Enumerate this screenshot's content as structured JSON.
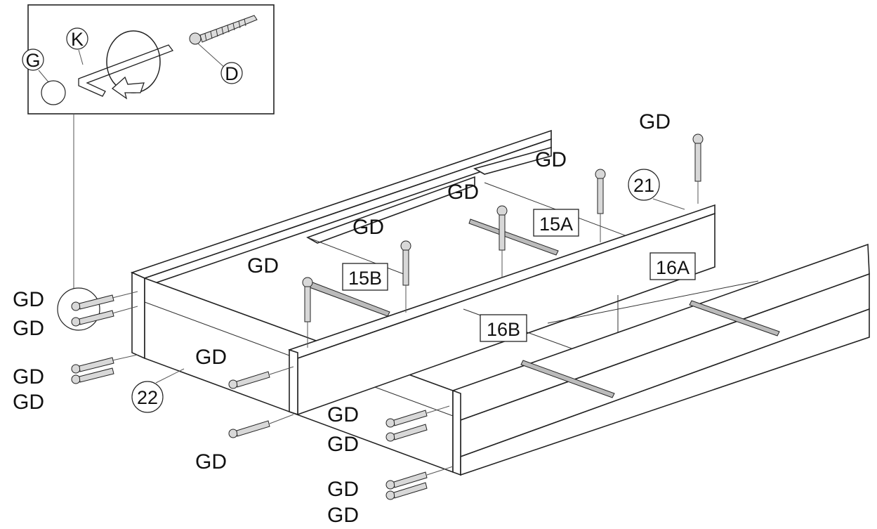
{
  "inset": {
    "labels": {
      "g": "G",
      "k": "K",
      "d": "D"
    }
  },
  "part_labels": {
    "p15a": "15A",
    "p15b": "15B",
    "p16a": "16A",
    "p16b": "16B",
    "p21": "21",
    "p22": "22"
  },
  "fastener_label": "GD",
  "colors": {
    "line": "#222222",
    "background": "#ffffff"
  }
}
